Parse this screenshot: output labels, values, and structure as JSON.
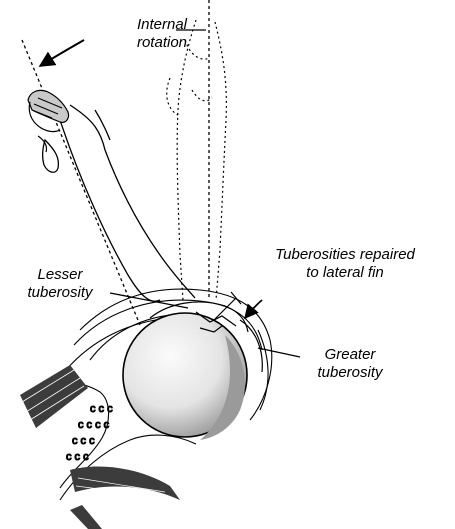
{
  "labels": {
    "internal_rotation": [
      "Internal",
      "rotation"
    ],
    "lesser_tuberosity": [
      "Lesser",
      "tuberosity"
    ],
    "tuberosities_repaired": [
      "Tuberosities repaired",
      "to lateral fin"
    ],
    "greater_tuberosity": [
      "Greater",
      "tuberosity"
    ]
  },
  "colors": {
    "ink": "#000000",
    "background": "#ffffff",
    "humeral_head_fill": "#e4e4e4",
    "humeral_head_shade": "#8c8c8c"
  }
}
